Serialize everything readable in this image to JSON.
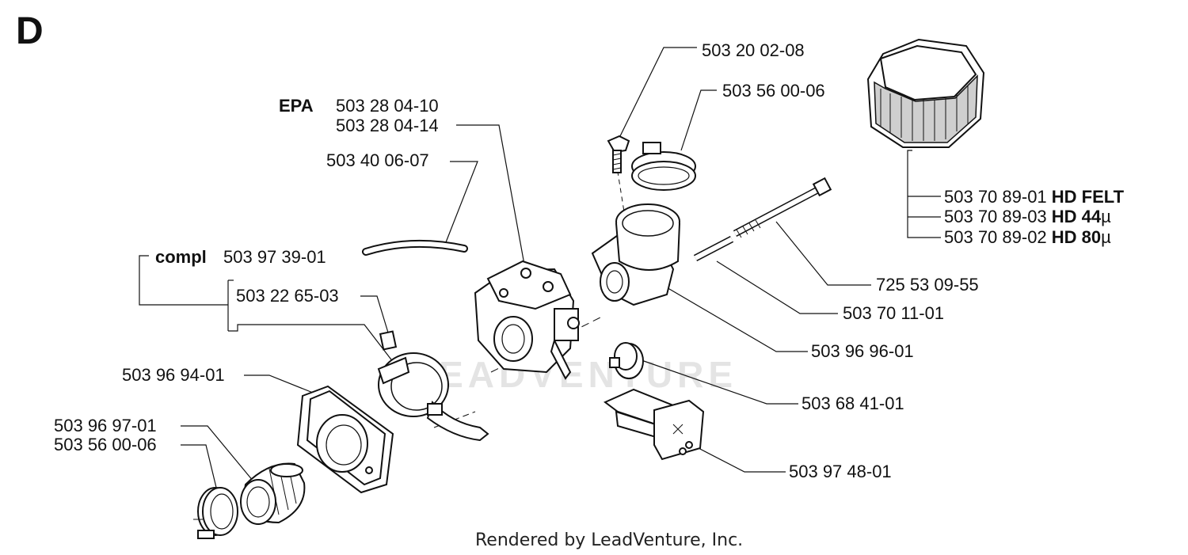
{
  "section_letter": "D",
  "watermark": "LEADVENTURE",
  "footer": "Rendered by LeadVenture, Inc.",
  "labels": {
    "p_503_20_02_08": "503 20 02-08",
    "p_503_56_00_06_top": "503 56 00-06",
    "epa": "EPA",
    "p_503_28_04_10": "503 28 04-10",
    "p_503_28_04_14": "503 28 04-14",
    "p_503_40_06_07": "503 40 06-07",
    "compl": "compl",
    "p_503_97_39_01": "503 97 39-01",
    "p_503_22_65_03": "503 22 65-03",
    "p_503_96_94_01": "503 96 94-01",
    "p_503_96_97_01": "503 96 97-01",
    "p_503_56_00_06_bottom": "503 56 00-06",
    "p_503_70_89_01": "503 70 89-01",
    "hd_felt": "HD FELT",
    "p_503_70_89_03": "503 70 89-03",
    "hd_44": "HD 44",
    "p_503_70_89_02": "503 70 89-02",
    "hd_80": "HD 80",
    "micro": "µ",
    "p_725_53_09_55": "725 53 09-55",
    "p_503_70_11_01": "503 70 11-01",
    "p_503_96_96_01": "503 96 96-01",
    "p_503_68_41_01": "503 68 41-01",
    "p_503_97_48_01": "503 97 48-01"
  }
}
